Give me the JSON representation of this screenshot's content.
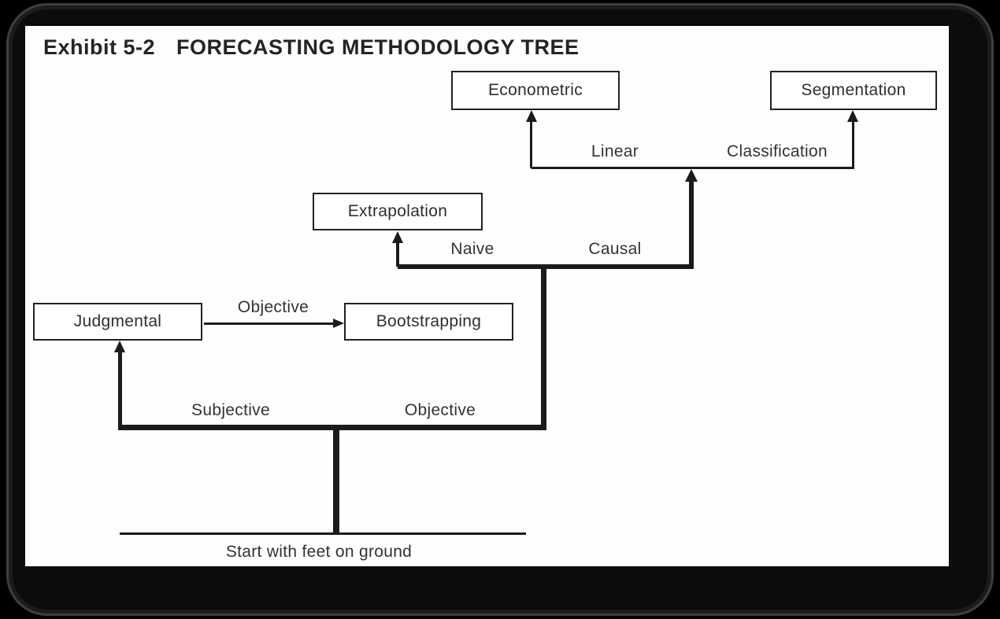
{
  "header": {
    "exhibit_label": "Exhibit 5-2",
    "title": "FORECASTING METHODOLOGY TREE"
  },
  "nodes": {
    "econometric": {
      "label": "Econometric"
    },
    "segmentation": {
      "label": "Segmentation"
    },
    "extrapolation": {
      "label": "Extrapolation"
    },
    "judgmental": {
      "label": "Judgmental"
    },
    "bootstrapping": {
      "label": "Bootstrapping"
    }
  },
  "branch_labels": {
    "linear": "Linear",
    "classification": "Classification",
    "naive": "Naive",
    "causal": "Causal",
    "objective_upper": "Objective",
    "subjective": "Subjective",
    "objective_lower": "Objective"
  },
  "baseline_label": "Start with feet on ground",
  "tree": {
    "start": "Start with feet on ground",
    "branches": [
      {
        "label": "Subjective",
        "to": "Judgmental"
      },
      {
        "label": "Objective",
        "branches": [
          {
            "label": "Naive",
            "to": "Extrapolation"
          },
          {
            "label": "Causal",
            "branches": [
              {
                "label": "Linear",
                "to": "Econometric"
              },
              {
                "label": "Classification",
                "to": "Segmentation"
              }
            ]
          }
        ]
      }
    ],
    "side_edge": {
      "from": "Judgmental",
      "label": "Objective",
      "to": "Bootstrapping"
    }
  },
  "colors": {
    "canvas": "#000000",
    "frame_border": "#3f3f3f",
    "panel": "#fefefe",
    "ink": "#1b1b1b",
    "label_text": "#333333"
  }
}
